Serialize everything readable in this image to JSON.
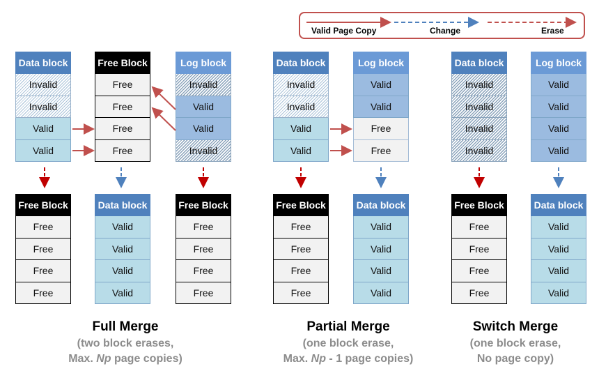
{
  "legend": {
    "copy_label": "Valid Page Copy",
    "change_label": "Change",
    "erase_label": "Erase"
  },
  "colors": {
    "copy_arrow": "#c0504d",
    "change_arrow": "#4f81bd",
    "erase_arrow": "#c00000",
    "data_header": "#4f81bd",
    "log_header": "#6b9ad6",
    "free_header": "#000000",
    "valid_cell": "#b8dce8"
  },
  "blocks": {
    "full_before": [
      {
        "title": "Data block",
        "cells": [
          "Invalid",
          "Invalid",
          "Valid",
          "Valid"
        ]
      },
      {
        "title": "Free Block",
        "cells": [
          "Free",
          "Free",
          "Free",
          "Free"
        ]
      },
      {
        "title": "Log block",
        "cells": [
          "Invalid",
          "Valid",
          "Valid",
          "Invalid"
        ]
      }
    ],
    "full_after": [
      {
        "title": "Free Block",
        "cells": [
          "Free",
          "Free",
          "Free",
          "Free"
        ]
      },
      {
        "title": "Data block",
        "cells": [
          "Valid",
          "Valid",
          "Valid",
          "Valid"
        ]
      },
      {
        "title": "Free Block",
        "cells": [
          "Free",
          "Free",
          "Free",
          "Free"
        ]
      }
    ],
    "partial_before": [
      {
        "title": "Data block",
        "cells": [
          "Invalid",
          "Invalid",
          "Valid",
          "Valid"
        ]
      },
      {
        "title": "Log block",
        "cells": [
          "Valid",
          "Valid",
          "Free",
          "Free"
        ]
      }
    ],
    "partial_after": [
      {
        "title": "Free Block",
        "cells": [
          "Free",
          "Free",
          "Free",
          "Free"
        ]
      },
      {
        "title": "Data block",
        "cells": [
          "Valid",
          "Valid",
          "Valid",
          "Valid"
        ]
      }
    ],
    "switch_before": [
      {
        "title": "Data block",
        "cells": [
          "Invalid",
          "Invalid",
          "Invalid",
          "Invalid"
        ]
      },
      {
        "title": "Log block",
        "cells": [
          "Valid",
          "Valid",
          "Valid",
          "Valid"
        ]
      }
    ],
    "switch_after": [
      {
        "title": "Free Block",
        "cells": [
          "Free",
          "Free",
          "Free",
          "Free"
        ]
      },
      {
        "title": "Data block",
        "cells": [
          "Valid",
          "Valid",
          "Valid",
          "Valid"
        ]
      }
    ]
  },
  "captions": {
    "full": {
      "title": "Full Merge",
      "line1": "(two block erases,",
      "line2_pre": "Max. ",
      "line2_em": "Np",
      "line2_post": " page copies)"
    },
    "partial": {
      "title": "Partial Merge",
      "line1": "(one block erase,",
      "line2_pre": "Max. ",
      "line2_em": "Np",
      "line2_post": " - 1 page copies)"
    },
    "switch": {
      "title": "Switch Merge",
      "line1": "(one block erase,",
      "line2": "No page copy)"
    }
  }
}
